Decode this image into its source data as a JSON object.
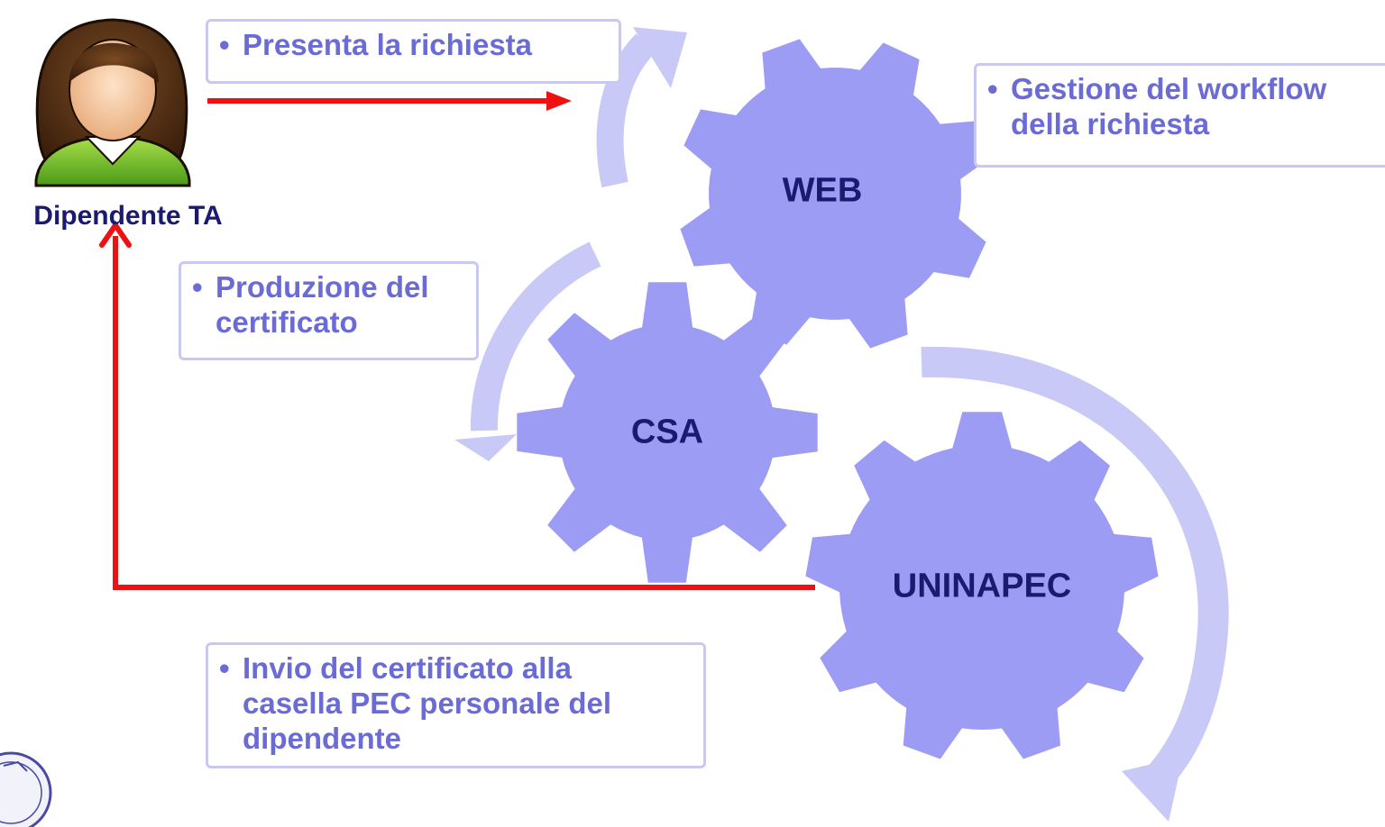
{
  "actor": {
    "label": "Dipendente TA",
    "icon": "user-avatar-icon"
  },
  "gears": [
    {
      "id": "web",
      "label": "WEB"
    },
    {
      "id": "csa",
      "label": "CSA"
    },
    {
      "id": "uninapec",
      "label": "UNINAPEC"
    }
  ],
  "callouts": {
    "presenta": {
      "bullet": "•",
      "text": "Presenta la richiesta"
    },
    "gestione": {
      "bullet": "•",
      "lines": [
        "Gestione  del workflow",
        "della richiesta"
      ]
    },
    "produzione": {
      "bullet": "•",
      "lines": [
        "Produzione del",
        "certificato"
      ]
    },
    "invio": {
      "bullet": "•",
      "lines": [
        "Invio del certificato alla",
        "casella PEC personale del",
        "dipendente"
      ]
    }
  },
  "colors": {
    "gear_fill": "#9c9cf5",
    "cycle_arrow": "#c9c9f7",
    "flow_arrow": "#ee1111",
    "callout_text": "#6b6bd6",
    "callout_border": "#c9c9f0",
    "label_text": "#1a1a6e"
  },
  "decor": {
    "seal": "university-seal-icon"
  }
}
